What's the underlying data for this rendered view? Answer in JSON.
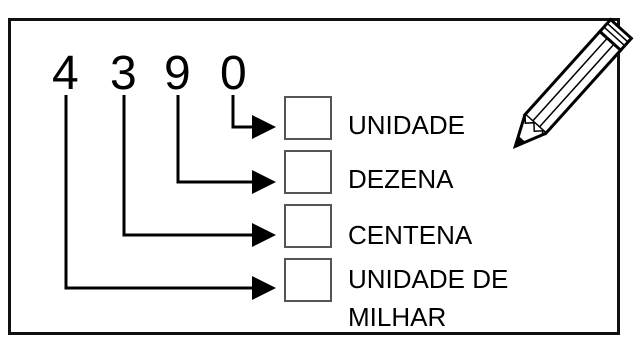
{
  "number": {
    "digits": [
      "4",
      "3",
      "9",
      "0"
    ]
  },
  "place_values": [
    {
      "label": "UNIDADE"
    },
    {
      "label": "DEZENA"
    },
    {
      "label": "CENTENA"
    },
    {
      "label": "UNIDADE DE",
      "label2": "MILHAR"
    }
  ],
  "icons": {
    "pencil": "pencil-icon"
  },
  "colors": {
    "ink": "#000000",
    "box_border": "#555555",
    "background": "#ffffff"
  }
}
